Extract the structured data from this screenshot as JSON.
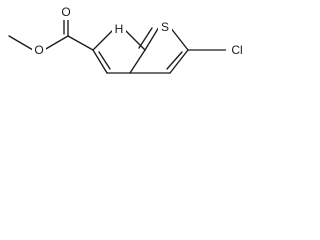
{
  "molecule": {
    "atom_labels": {
      "nh": "H",
      "s": "S",
      "cl": "Cl",
      "o_carbonyl": "O",
      "o_ester": "O"
    }
  }
}
